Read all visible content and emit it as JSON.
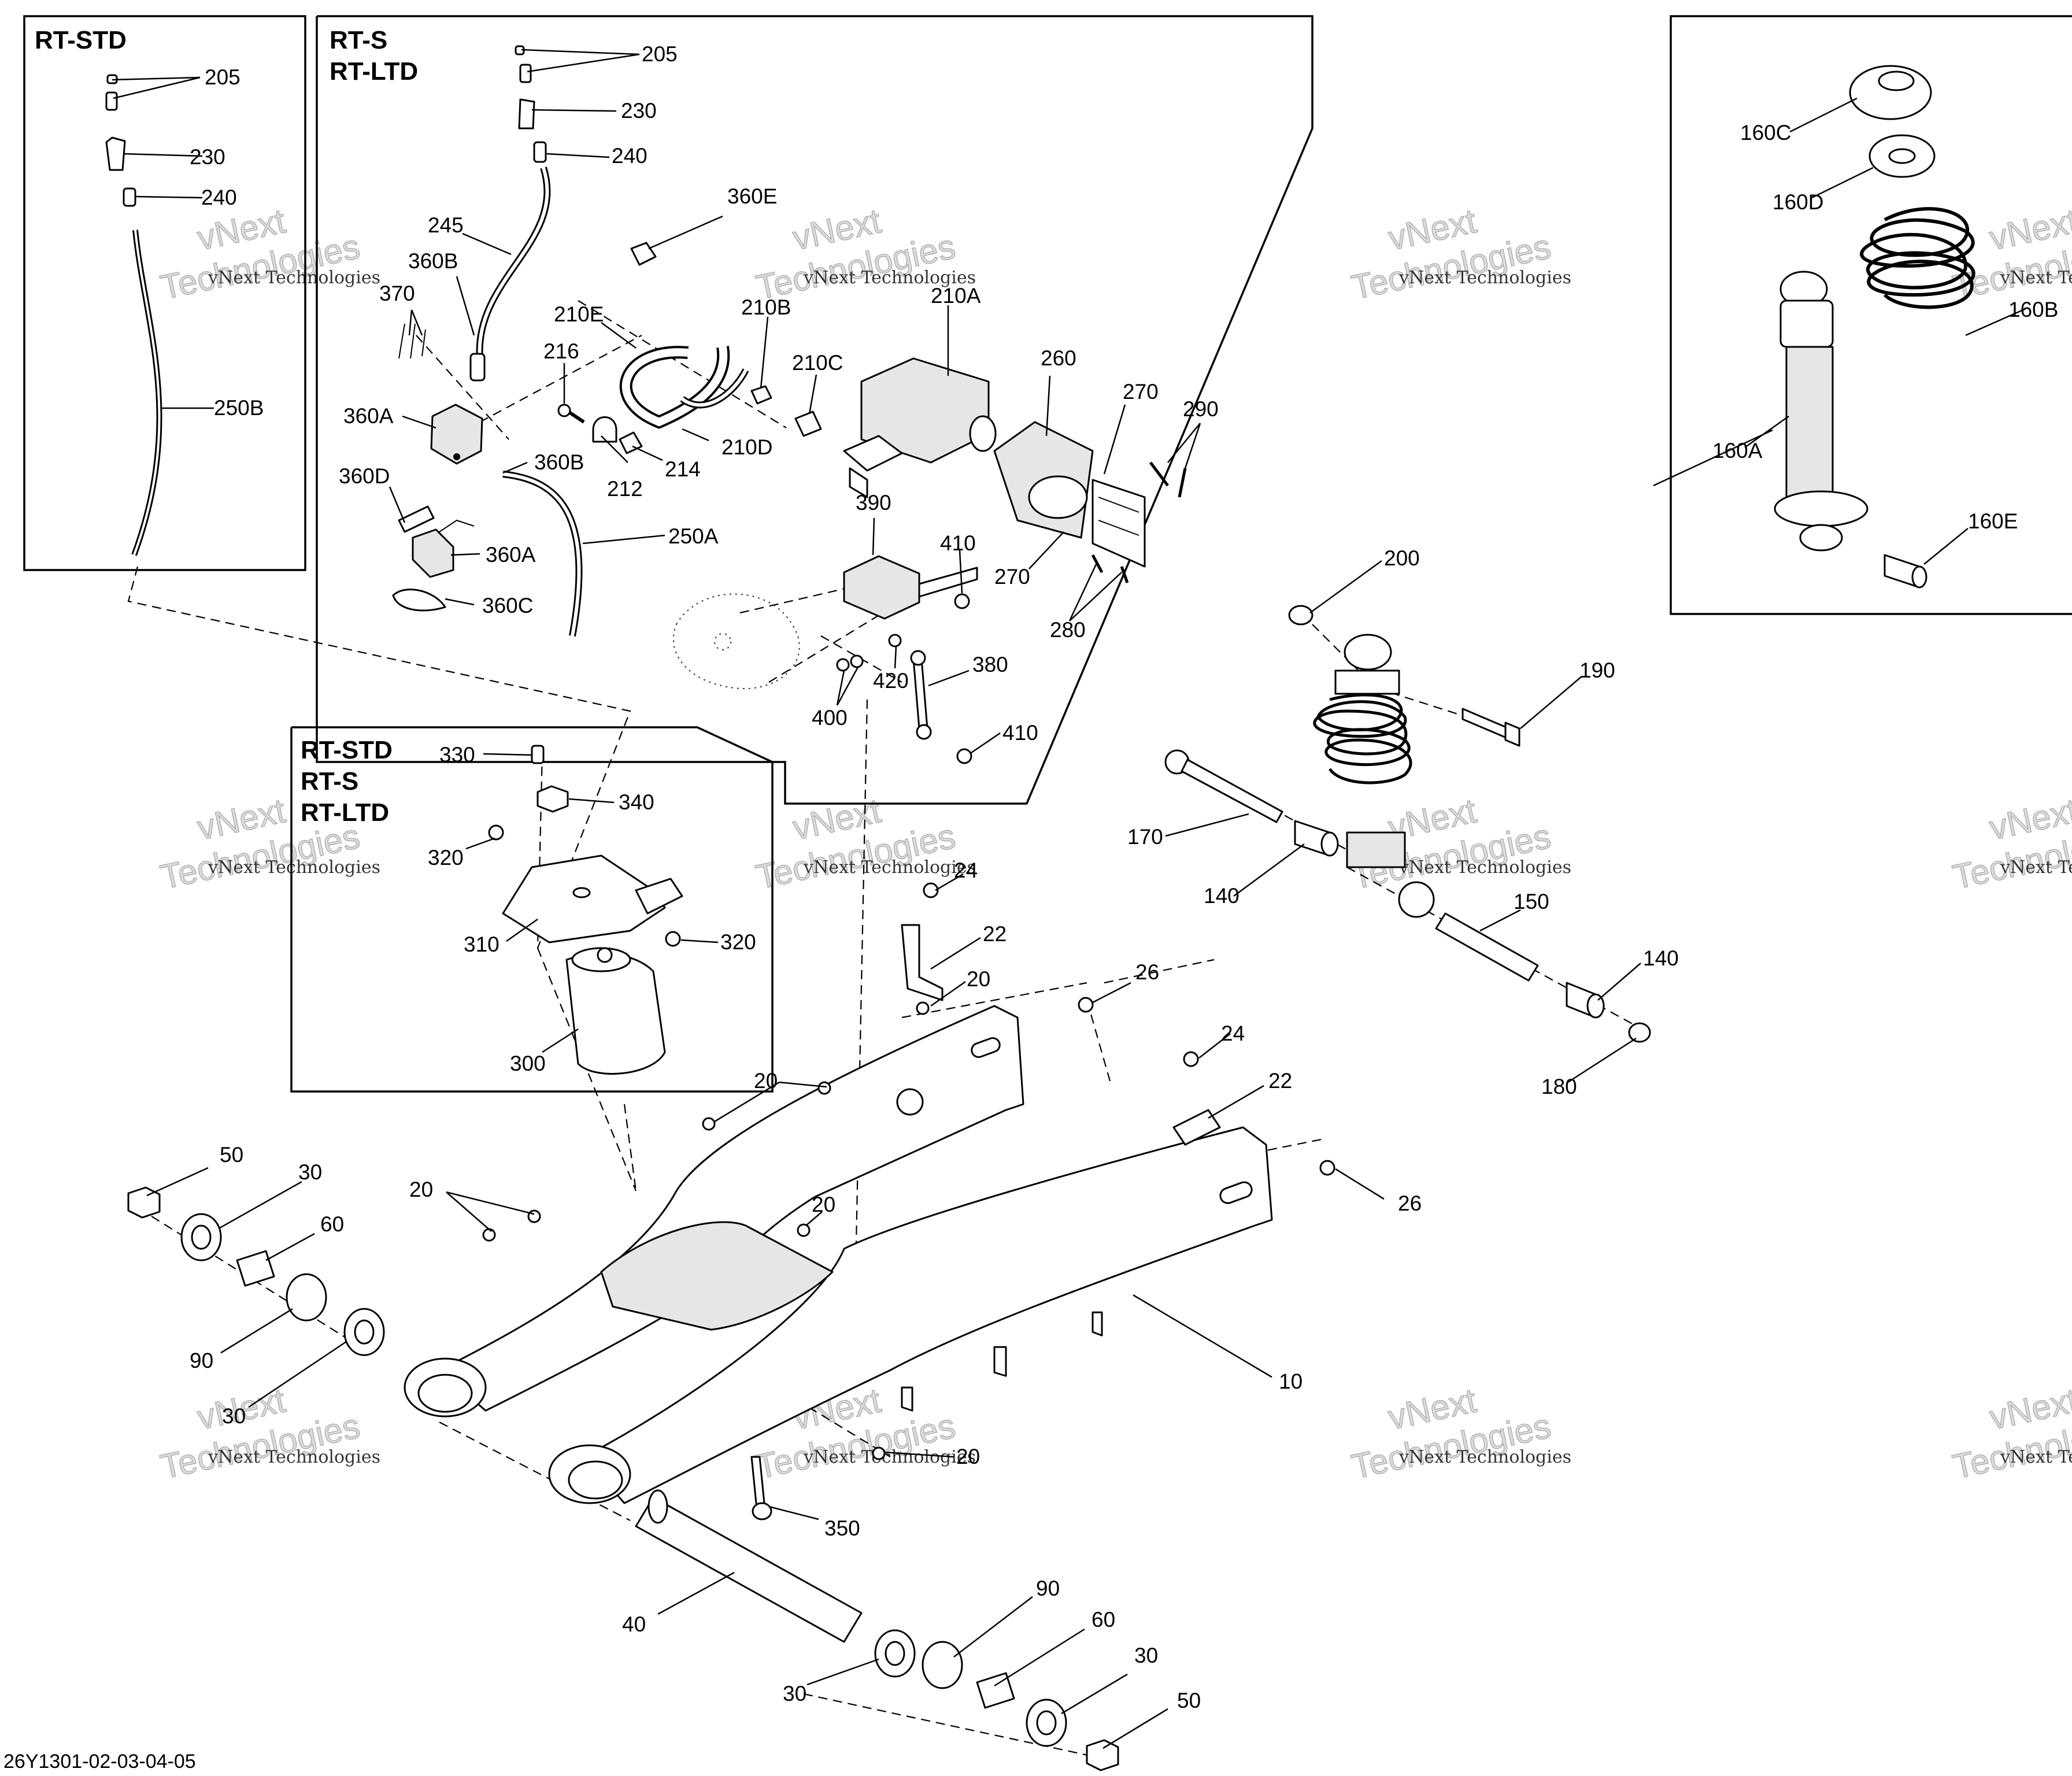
{
  "diagram": {
    "code": "26Y1301-02-03-04-05",
    "boxes": {
      "rt_std": "RT-STD",
      "rt_s_ltd": [
        "RT-S",
        "RT-LTD"
      ],
      "all_models": [
        "RT-STD",
        "RT-S",
        "RT-LTD"
      ]
    },
    "labels": {
      "l205a": "205",
      "l230a": "230",
      "l240a": "240",
      "l250b": "250B",
      "l205b": "205",
      "l230b": "230",
      "l240b": "240",
      "l245": "245",
      "l360e": "360E",
      "l360b1": "360B",
      "l370": "370",
      "l210e": "210E",
      "l210b": "210B",
      "l210a": "210A",
      "l216": "216",
      "l210c": "210C",
      "l260": "260",
      "l270a": "270",
      "l290": "290",
      "l360a1": "360A",
      "l360b2": "360B",
      "l212": "212",
      "l214": "214",
      "l210d": "210D",
      "l360d": "360D",
      "l360a2": "360A",
      "l250a": "250A",
      "l360c": "360C",
      "l390": "390",
      "l410a": "410",
      "l270b": "270",
      "l280": "280",
      "l420": "420",
      "l380": "380",
      "l400": "400",
      "l410b": "410",
      "l330": "330",
      "l340": "340",
      "l320a": "320",
      "l310": "310",
      "l320b": "320",
      "l300": "300",
      "l160c": "160C",
      "l160d": "160D",
      "l160b": "160B",
      "l160a": "160A",
      "l160e": "160E",
      "l200": "200",
      "l190": "190",
      "l170": "170",
      "l140a": "140",
      "l150": "150",
      "l140b": "140",
      "l180": "180",
      "l24a": "24",
      "l22a": "22",
      "l20a": "20",
      "l26a": "26",
      "l24b": "24",
      "l22b": "22",
      "l26b": "26",
      "l20b": "20",
      "l20c": "20",
      "l20d": "20",
      "l20e": "20",
      "l50a": "50",
      "l30a": "30",
      "l60a": "60",
      "l90a": "90",
      "l30b": "30",
      "l10": "10",
      "l350": "350",
      "l40": "40",
      "l90b": "90",
      "l60b": "60",
      "l30c": "30",
      "l30d": "30",
      "l50b": "50"
    },
    "watermark": {
      "brand": "vNext",
      "tagline": "Technologies",
      "small": "vNext Technologies"
    }
  }
}
